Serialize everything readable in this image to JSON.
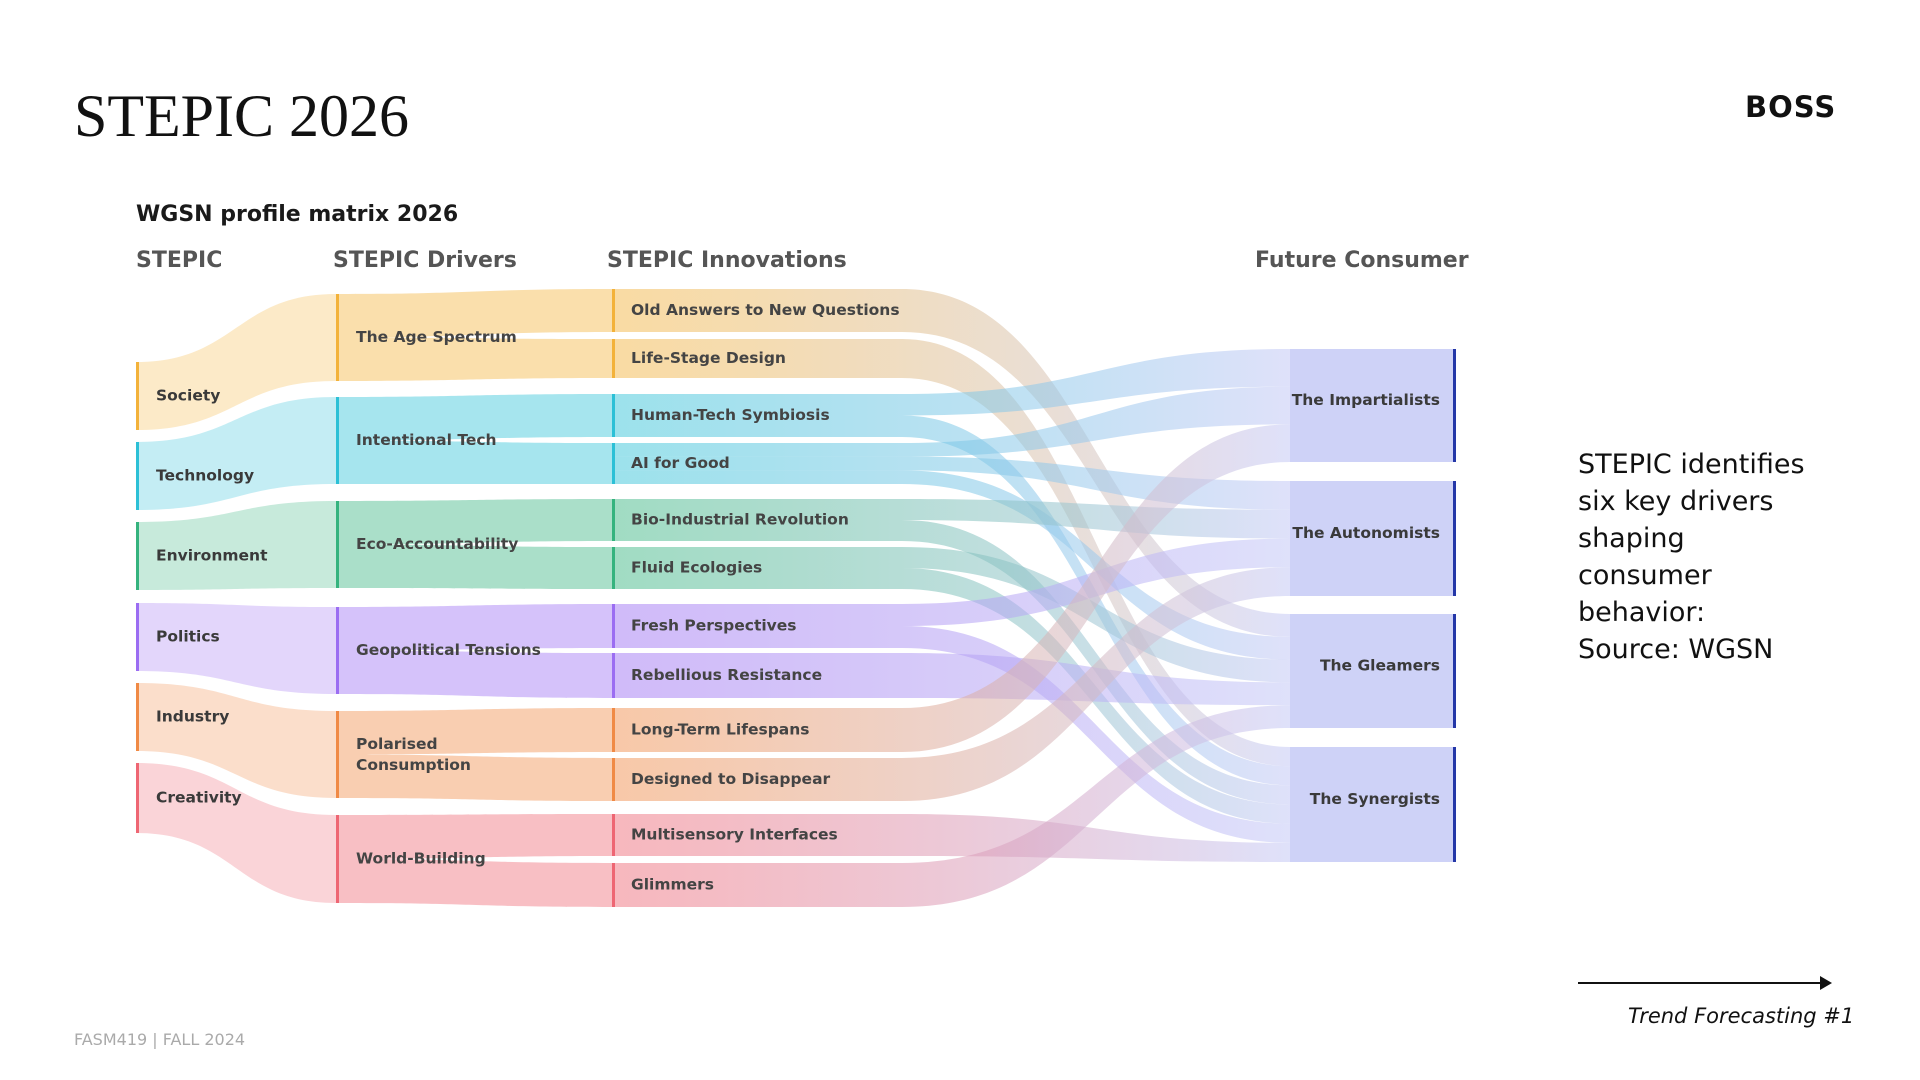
{
  "slide": {
    "title": "STEPIC 2026",
    "brand": "BOSS",
    "diagram_title": "WGSN profile matrix 2026",
    "side_text": [
      "STEPIC identifies",
      "six key drivers",
      "shaping",
      "consumer",
      "behavior:",
      "Source: WGSN"
    ],
    "footer_right": "Trend Forecasting #1",
    "footer_left": "FASM419 | FALL 2024"
  },
  "columns": {
    "stepic": "STEPIC",
    "drivers": "STEPIC Drivers",
    "innovations": "STEPIC Innovations",
    "consumer": "Future Consumer"
  },
  "colors": {
    "Society": "#f3b23a",
    "Technology": "#2cc0d6",
    "Environment": "#35b37e",
    "Politics": "#9b6df2",
    "Industry": "#f08a45",
    "Creativity": "#ee6673",
    "consumer_fill": "#c9cdf6",
    "consumer_bar": "#2437a8"
  },
  "diagram": {
    "stepic": [
      "Society",
      "Technology",
      "Environment",
      "Politics",
      "Industry",
      "Creativity"
    ],
    "drivers": [
      {
        "label": "The Age Spectrum",
        "stepic": "Society"
      },
      {
        "label": "Intentional Tech",
        "stepic": "Technology"
      },
      {
        "label": "Eco-Accountability",
        "stepic": "Environment"
      },
      {
        "label": "Geopolitical Tensions",
        "stepic": "Politics"
      },
      {
        "label": "Polarised Consumption",
        "stepic": "Industry"
      },
      {
        "label": "World-Building",
        "stepic": "Creativity"
      }
    ],
    "innovations": [
      {
        "label": "Old Answers to New Questions",
        "driver": "The Age Spectrum",
        "consumers": [
          "The Gleamers"
        ]
      },
      {
        "label": "Life-Stage Design",
        "driver": "The Age Spectrum",
        "consumers": [
          "The Synergists"
        ]
      },
      {
        "label": "Human-Tech Symbiosis",
        "driver": "Intentional Tech",
        "consumers": [
          "The Impartialists",
          "The Synergists"
        ]
      },
      {
        "label": "AI for Good",
        "driver": "Intentional Tech",
        "consumers": [
          "The Impartialists",
          "The Autonomists",
          "The Gleamers"
        ]
      },
      {
        "label": "Bio-Industrial Revolution",
        "driver": "Eco-Accountability",
        "consumers": [
          "The Autonomists",
          "The Synergists"
        ]
      },
      {
        "label": "Fluid Ecologies",
        "driver": "Eco-Accountability",
        "consumers": [
          "The Gleamers",
          "The Synergists"
        ]
      },
      {
        "label": "Fresh Perspectives",
        "driver": "Geopolitical Tensions",
        "consumers": [
          "The Autonomists",
          "The Synergists"
        ]
      },
      {
        "label": "Rebellious Resistance",
        "driver": "Geopolitical Tensions",
        "consumers": [
          "The Gleamers"
        ]
      },
      {
        "label": "Long-Term Lifespans",
        "driver": "Polarised Consumption",
        "consumers": [
          "The Impartialists"
        ]
      },
      {
        "label": "Designed to Disappear",
        "driver": "Polarised Consumption",
        "consumers": [
          "The Autonomists"
        ]
      },
      {
        "label": "Multisensory Interfaces",
        "driver": "World-Building",
        "consumers": [
          "The Synergists"
        ]
      },
      {
        "label": "Glimmers",
        "driver": "World-Building",
        "consumers": [
          "The Gleamers"
        ]
      }
    ],
    "consumers": [
      "The Impartialists",
      "The Autonomists",
      "The Gleamers",
      "The Synergists"
    ]
  }
}
